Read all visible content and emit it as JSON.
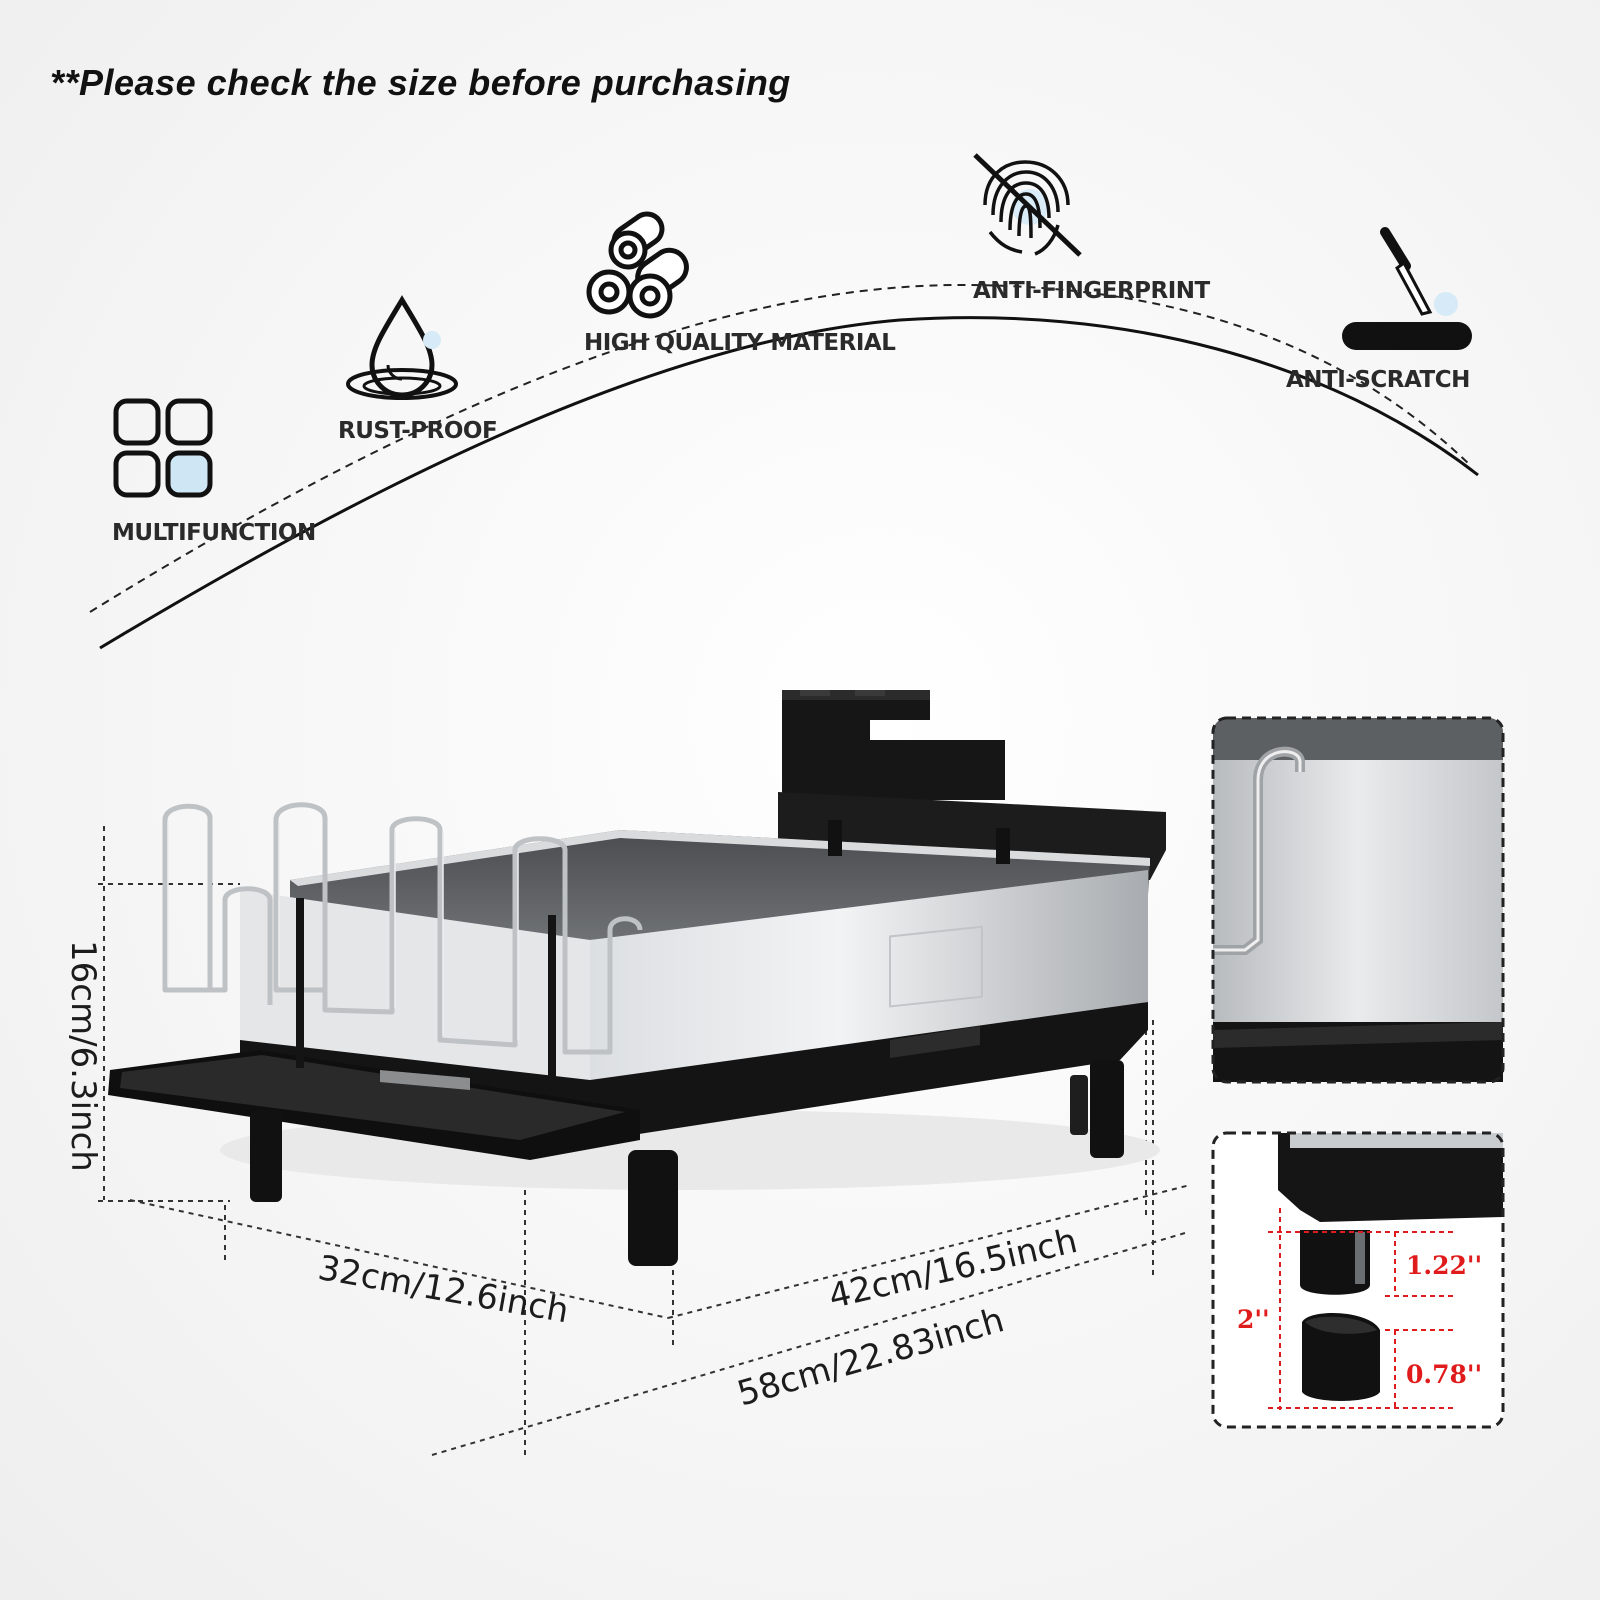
{
  "notice": "**Please check the size before purchasing",
  "features": [
    {
      "label": "MULTIFUNCTION",
      "icon": "four-squares-icon"
    },
    {
      "label": "RUST-PROOF",
      "icon": "water-drop-icon"
    },
    {
      "label": "HIGH QUALITY MATERIAL",
      "icon": "stacked-tubes-icon"
    },
    {
      "label": "ANTI-FINGERPRINT",
      "icon": "fingerprint-crossed-icon"
    },
    {
      "label": "ANTI-SCRATCH",
      "icon": "knife-scratch-icon"
    }
  ],
  "dimensions": {
    "height": "16cm/6.3inch",
    "depth": "32cm/12.6inch",
    "width": "42cm/16.5inch",
    "extended_width": "58cm/22.83inch"
  },
  "leg_detail": {
    "total": "2''",
    "upper": "1.22''",
    "lower": "0.78''"
  },
  "colors": {
    "accent_red": "#e01b1b",
    "black": "#111111",
    "steel": "#b9bcbf"
  }
}
